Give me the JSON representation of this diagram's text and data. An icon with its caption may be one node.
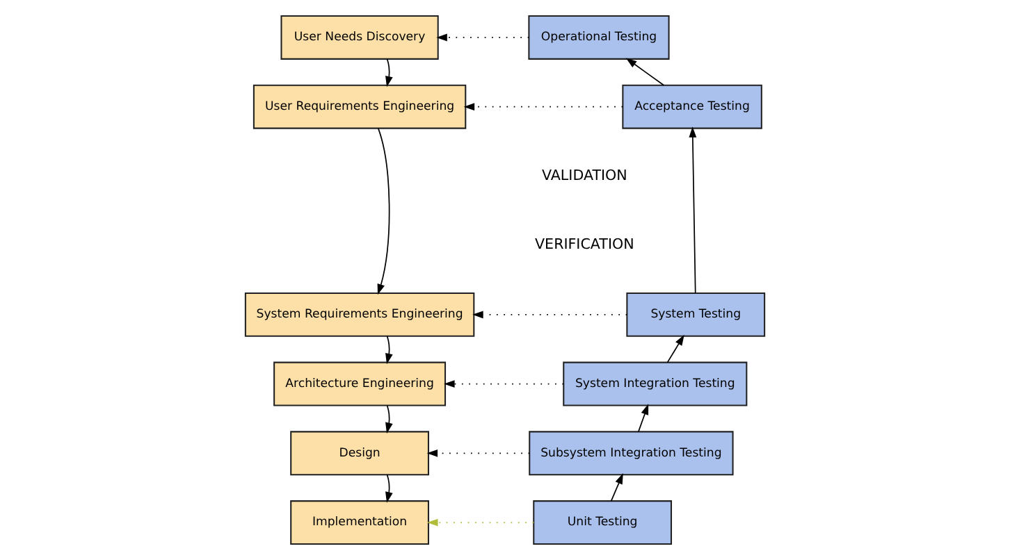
{
  "diagram": {
    "nodes": [
      {
        "text": [
          "User Needs Discovery"
        ]
      },
      {
        "text": [
          "User Requirements Engineering"
        ]
      },
      {
        "text": [
          "System Requirements Engineering"
        ]
      },
      {
        "text": [
          "Architecture Engineering"
        ]
      },
      {
        "text": [
          "Design"
        ]
      },
      {
        "text": [
          "Implementation"
        ]
      },
      {
        "text": [
          "Operational Testing"
        ]
      },
      {
        "text": [
          "Acceptance Testing"
        ]
      },
      {
        "text": [
          "System Testing"
        ]
      },
      {
        "text": [
          "System Integration Testing"
        ]
      },
      {
        "text": [
          "Subsystem Integration Testing"
        ]
      },
      {
        "text": [
          "Unit Testing"
        ]
      }
    ],
    "edges": [
      {
        "from": 0,
        "to": 1,
        "arrow": "to"
      },
      {
        "from": 1,
        "to": 2,
        "arrow": "to"
      },
      {
        "from": 2,
        "to": 3,
        "arrow": "to"
      },
      {
        "from": 3,
        "to": 4,
        "arrow": "to"
      },
      {
        "from": 4,
        "to": 5,
        "arrow": "to"
      },
      {
        "from": 11,
        "to": 10,
        "arrow": "to"
      },
      {
        "from": 10,
        "to": 9,
        "arrow": "to"
      },
      {
        "from": 9,
        "to": 8,
        "arrow": "to"
      },
      {
        "from": 8,
        "to": 7,
        "arrow": "to"
      },
      {
        "from": 7,
        "to": 6,
        "arrow": "to"
      },
      {
        "from": 6,
        "to": 0,
        "arrow": "to",
        "style": "dashed"
      },
      {
        "from": 7,
        "to": 1,
        "arrow": "to",
        "style": "dashed"
      },
      {
        "from": 8,
        "to": 2,
        "arrow": "to",
        "style": "dashed"
      },
      {
        "from": 9,
        "to": 3,
        "arrow": "to",
        "style": "dashed"
      },
      {
        "from": 10,
        "to": 4,
        "arrow": "to",
        "style": "dashed"
      },
      {
        "from": 11,
        "to": 5,
        "arrow": "to",
        "style": "dashed",
        "color": "#b0bc3a"
      }
    ],
    "labels": [
      "VALIDATION",
      "VERIFICATION"
    ]
  }
}
